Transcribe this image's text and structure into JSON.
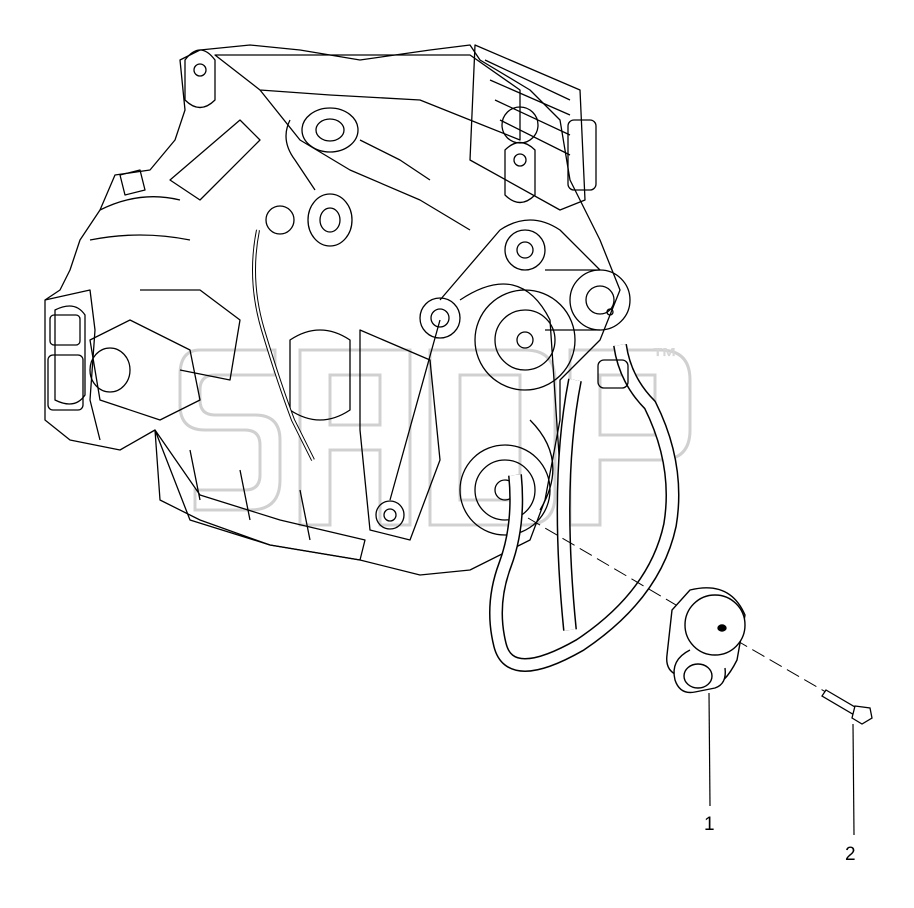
{
  "diagram": {
    "callouts": [
      {
        "id": "1",
        "label": "1"
      },
      {
        "id": "2",
        "label": "2"
      }
    ],
    "watermark": {
      "mark": "™"
    },
    "parts": [
      {
        "callout": "1",
        "icon": "belt-tensioner-icon"
      },
      {
        "callout": "2",
        "icon": "bolt-icon"
      }
    ],
    "assembly_icon": "diesel-engine-icon",
    "line_color": "#000000",
    "watermark_color": "#d6d6d6"
  }
}
